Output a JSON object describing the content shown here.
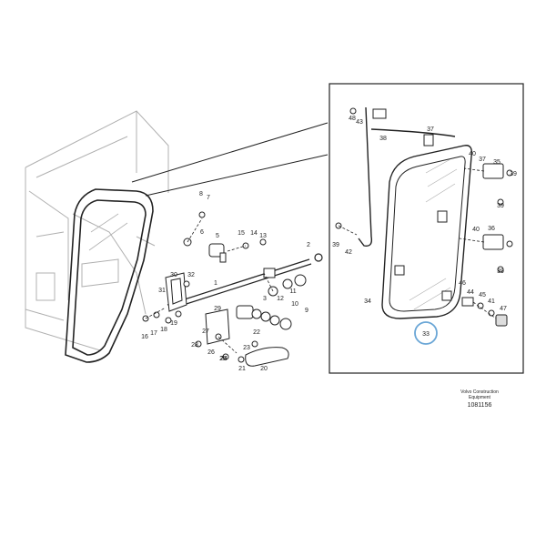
{
  "brand": {
    "line1": "Volvo Construction",
    "line2": "Equipment",
    "ref": "1081156"
  },
  "highlight_part": "33",
  "colors": {
    "line": "#222222",
    "faint": "#b0b0b0",
    "highlight": "#6aa6d6"
  },
  "callouts": {
    "c1": "1",
    "c2": "2",
    "c3": "3",
    "c5": "5",
    "c6": "6",
    "c7": "7",
    "c8": "8",
    "c9": "9",
    "c10": "10",
    "c11": "11",
    "c12": "12",
    "c13": "13",
    "c14": "14",
    "c15": "15",
    "c16": "16",
    "c17": "17",
    "c18": "18",
    "c19": "19",
    "c20": "20",
    "c21": "21",
    "c22": "22",
    "c23": "23",
    "c24": "24",
    "c25": "25",
    "c26": "26",
    "c27": "27",
    "c28": "28",
    "c29": "29",
    "c30": "30",
    "c31": "31",
    "c32": "32",
    "c33": "33",
    "c34": "34",
    "c35": "35",
    "c36": "36",
    "c37a": "37",
    "c37b": "37",
    "c38": "38",
    "c39a": "39",
    "c39b": "39",
    "c39c": "39",
    "c39d": "39",
    "c40a": "40",
    "c40b": "40",
    "c41": "41",
    "c42": "42",
    "c43": "43",
    "c44": "44",
    "c45": "45",
    "c46": "46",
    "c47": "47",
    "c48": "48"
  }
}
